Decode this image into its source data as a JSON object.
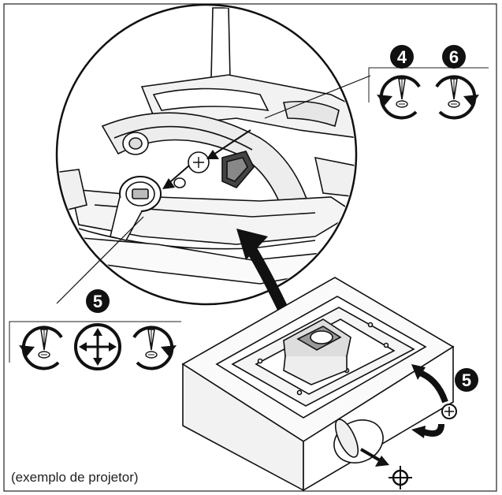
{
  "caption": "(exemplo de projetor)",
  "steps": {
    "top_left": "4",
    "top_right": "6",
    "left_group": "5",
    "right_side": "5"
  },
  "icons": {
    "counterclockwise": "rotate-counterclockwise-icon",
    "clockwise": "rotate-clockwise-icon",
    "move": "move-arrows-icon",
    "crosshair": "crosshair-icon"
  },
  "colors": {
    "ink": "#1a1a1a",
    "background": "#ffffff",
    "badge": "#111111"
  }
}
